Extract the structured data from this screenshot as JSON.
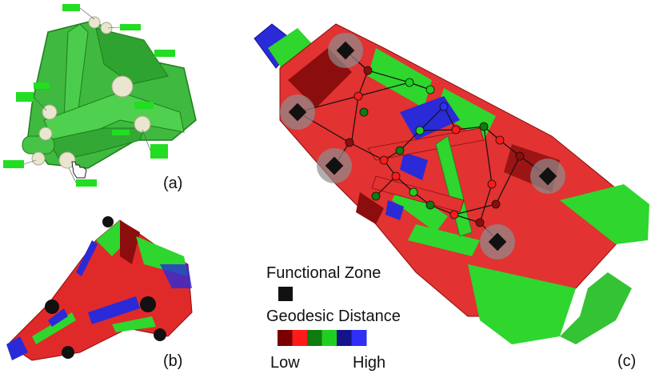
{
  "panels": {
    "a": {
      "label": "(a)"
    },
    "b": {
      "label": "(b)"
    },
    "c": {
      "label": "(c)"
    }
  },
  "legend": {
    "functional_zone": "Functional Zone",
    "geodesic_distance": "Geodesic Distance",
    "low": "Low",
    "high": "High",
    "scale_colors": [
      "#7a0000",
      "#ff1a1a",
      "#0f7a0f",
      "#1fcf1f",
      "#14148a",
      "#2e2ef5"
    ]
  },
  "colors": {
    "zone_dark_red": "#8c0d0d",
    "zone_red": "#e23232",
    "zone_green": "#2ed62e",
    "zone_blue": "#2a2ad8",
    "model_green": "#3fb93f",
    "tag_green": "#22dd22",
    "node_black": "#111111"
  }
}
